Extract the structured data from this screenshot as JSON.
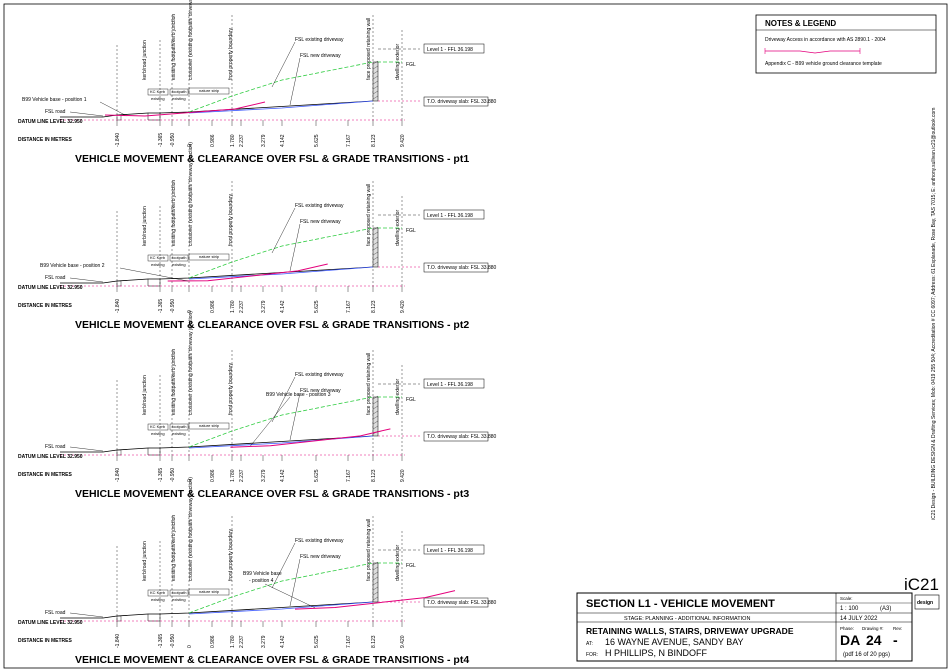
{
  "sections": [
    {
      "id": "pt1",
      "title": "VEHICLE MOVEMENT & CLEARANCE OVER FSL & GRADE TRANSITIONS - pt1",
      "vehicle_label": "B99 Vehicle base - position 1",
      "vehicle_progress": 0.0
    },
    {
      "id": "pt2",
      "title": "VEHICLE MOVEMENT & CLEARANCE OVER FSL & GRADE TRANSITIONS - pt2",
      "vehicle_label": "B99 Vehicle base - position 2",
      "vehicle_progress": 0.33
    },
    {
      "id": "pt3",
      "title": "VEHICLE MOVEMENT & CLEARANCE OVER FSL & GRADE TRANSITIONS - pt3",
      "vehicle_label": "B99 Vehicle base - position 3",
      "vehicle_progress": 0.66
    },
    {
      "id": "pt4",
      "title": "VEHICLE MOVEMENT & CLEARANCE OVER FSL & GRADE TRANSITIONS - pt4",
      "vehicle_label": "B99 Vehicle base",
      "vehicle_label2": "- position 4",
      "vehicle_progress": 1.0
    }
  ],
  "common": {
    "vertical_labels": [
      "kerb/road junction",
      "existing footpath/kerb junction",
      "crossover (existing footpath/ driveway junction)",
      "front property boundary",
      "face proposed retaining wall",
      "dwelling exterior"
    ],
    "kc_kerb": "KC Kerb",
    "footpath": "footpath",
    "existing": "existing",
    "nature_strip": "nature strip",
    "fsl_existing": "FSL existing driveway",
    "fsl_new": "FSL new driveway",
    "fsl_road": "FSL road",
    "datum": "DATUM LINE LEVEL 32.950",
    "distance": "DISTANCE IN METRES",
    "ffl": "Level 1 - FFL  36.198",
    "fgl": "FGL",
    "slab": "T.O. driveway slab: FSL  33.880",
    "distances": [
      "-1.840",
      "-1.365",
      "-0.950",
      "0",
      "0.986",
      "1.780",
      "2.237",
      "3.279",
      "4.142",
      "5.625",
      "7.167",
      "8.123",
      "9.420"
    ]
  },
  "legend": {
    "heading": "NOTES & LEGEND",
    "note1": "Driveway Access in accordance with AS 2890.1 - 2004",
    "note2": "Appendix C - B99 vehicle ground clearance template"
  },
  "side_text": "iC21 Design - BUILDING DESIGN & Drafting Services; Mob: 0419 255 504; Accreditation # CC 6097; Address: 61 Esplanade, Rose Bay, TAS 7015; E: anthony.sullivan.ic21@outlook.com",
  "logo": "iC21",
  "logo_sub": "design",
  "titleblock": {
    "section_title": "SECTION L1  - VEHICLE MOVEMENT",
    "scale_label": "Scale:",
    "scale": "1 : 100",
    "sheet_size": "(A3)",
    "stage": "STAGE: PLANNING - ADDITIONAL INFORMATION",
    "date": "14 JULY 2022",
    "project": "RETAINING WALLS, STAIRS, DRIVEWAY UPGRADE",
    "at_label": "AT:",
    "address": "16 WAYNE AVENUE, SANDY BAY",
    "for_label": "FOR:",
    "client": "H PHILLIPS, N BINDOFF",
    "phase_label": "Phase:",
    "phase": "DA",
    "drawing_label": "Drawing #:",
    "drawing": "24",
    "rev_label": "Rev:",
    "rev": "-",
    "pdf": "(pdf 16 of 20 pgs)"
  }
}
